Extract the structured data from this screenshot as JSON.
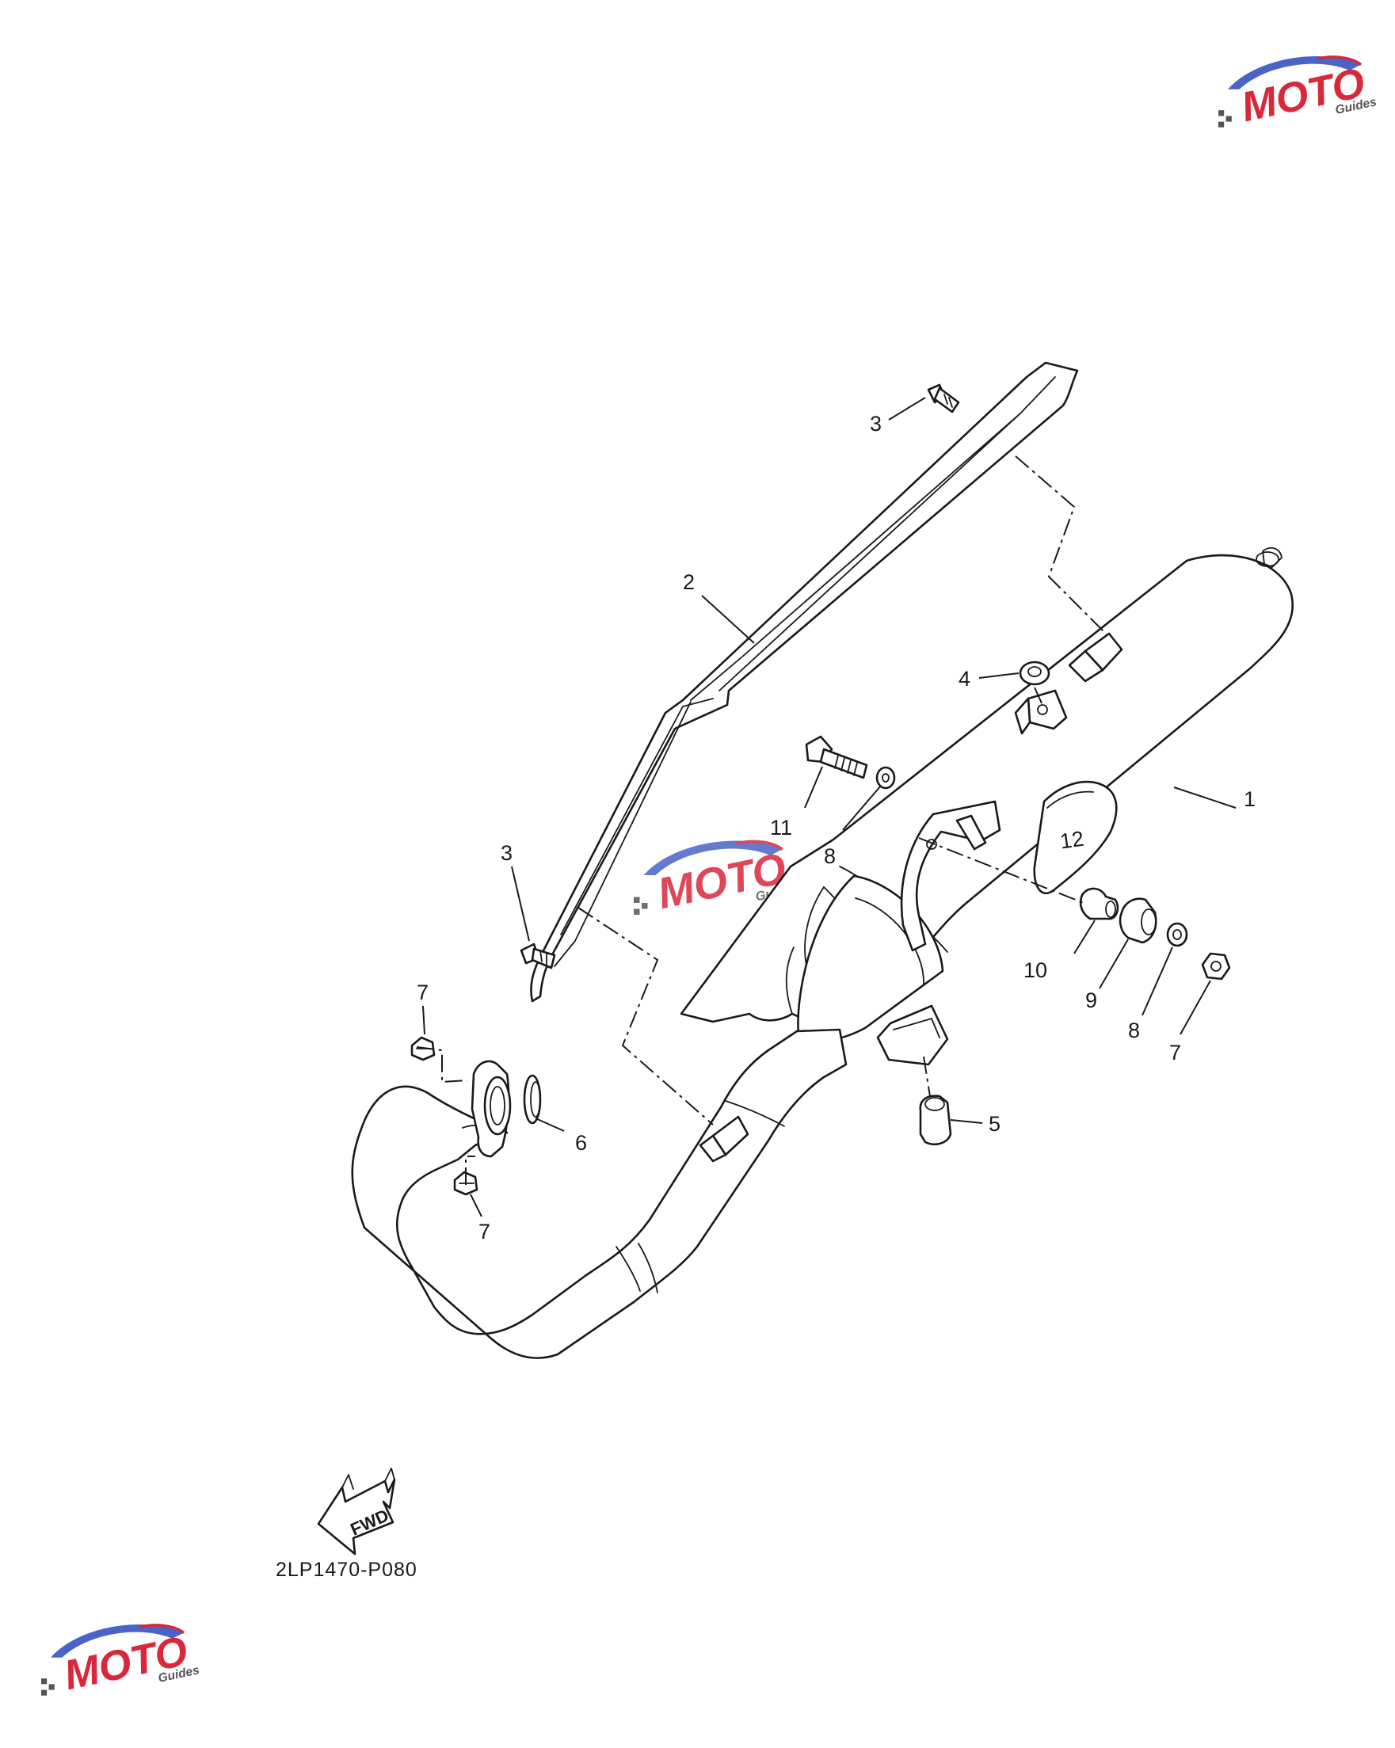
{
  "diagram": {
    "code": "2LP1470-P080",
    "fwd_label": "FWD",
    "callouts": [
      {
        "id": "c1",
        "text": "1"
      },
      {
        "id": "c2",
        "text": "2"
      },
      {
        "id": "c3a",
        "text": "3"
      },
      {
        "id": "c3b",
        "text": "3"
      },
      {
        "id": "c4",
        "text": "4"
      },
      {
        "id": "c5",
        "text": "5"
      },
      {
        "id": "c6",
        "text": "6"
      },
      {
        "id": "c7a",
        "text": "7"
      },
      {
        "id": "c7b",
        "text": "7"
      },
      {
        "id": "c7c",
        "text": "7"
      },
      {
        "id": "c8a",
        "text": "8"
      },
      {
        "id": "c8b",
        "text": "8"
      },
      {
        "id": "c9",
        "text": "9"
      },
      {
        "id": "c10",
        "text": "10"
      },
      {
        "id": "c11",
        "text": "11"
      },
      {
        "id": "c12",
        "text": "12"
      }
    ]
  },
  "watermark": {
    "brand": "MOTO",
    "sub": "Guides",
    "colors": {
      "red": "#d8283a",
      "blue": "#4a63c8",
      "gray": "#555555"
    }
  }
}
